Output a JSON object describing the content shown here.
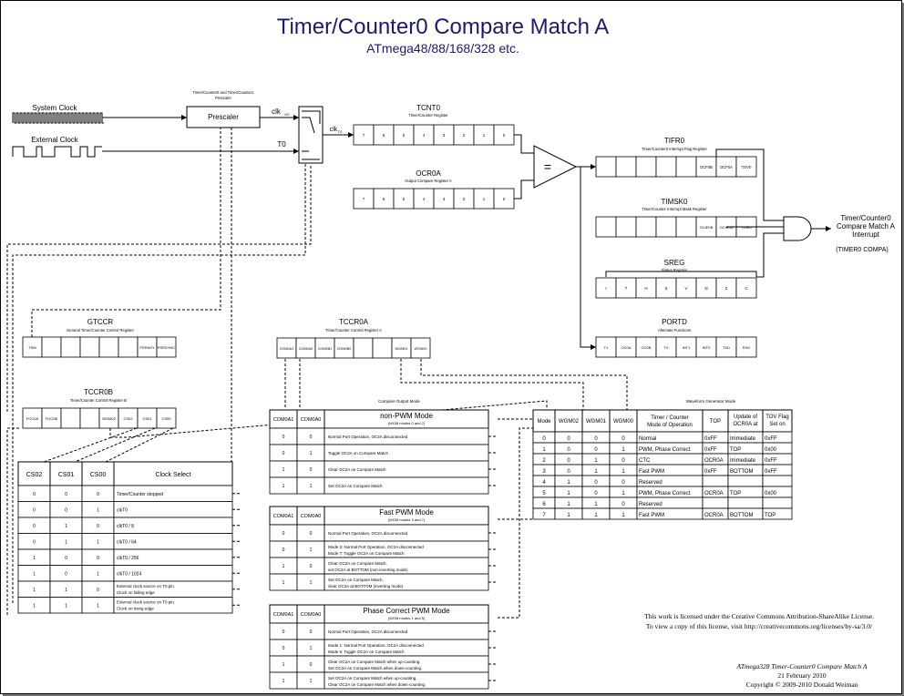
{
  "title": "Timer/Counter0 Compare Match A",
  "subtitle": "ATmega48/88/168/328 etc.",
  "inputs": {
    "system_clock": "System Clock",
    "external_clock": "External Clock"
  },
  "prescaler": {
    "label": "Prescaler",
    "caption": "Timer/Counter0 and Timer/Counter1 Prescaler",
    "clk_io": "clk",
    "clk_io_sub": "I/O",
    "t0": "T0",
    "clk_t0": "clk",
    "clk_t0_sub": "T0"
  },
  "tcnt0": {
    "name": "TCNT0",
    "caption": "Timer/Counter Register",
    "bits": [
      "7",
      "6",
      "5",
      "4",
      "3",
      "2",
      "1",
      "0"
    ]
  },
  "ocr0a": {
    "name": "OCR0A",
    "caption": "Output Compare Register A",
    "bits": [
      "7",
      "6",
      "5",
      "4",
      "3",
      "2",
      "1",
      "0"
    ]
  },
  "comparator": "=",
  "tifr0": {
    "name": "TIFR0",
    "caption": "Timer/Counter0 Interrupt Flag Register",
    "bits": [
      "",
      "",
      "",
      "",
      "",
      "OCF0B",
      "OCF0A",
      "TOV0"
    ]
  },
  "timsk0": {
    "name": "TIMSK0",
    "caption": "Timer/Counter Interrupt Mask Register",
    "bits": [
      "",
      "",
      "",
      "",
      "",
      "OCIE0B",
      "OCIE0A",
      "TOIE0"
    ]
  },
  "sreg": {
    "name": "SREG",
    "caption": "Status Register",
    "bits": [
      "I",
      "T",
      "H",
      "S",
      "V",
      "N",
      "Z",
      "C"
    ]
  },
  "portd": {
    "name": "PORTD",
    "caption": "Alternate Functions",
    "bits": [
      "T1",
      "OC0A",
      "OC0B",
      "T0",
      "INT1",
      "INT0",
      "TXD",
      "RXD"
    ]
  },
  "interrupt": {
    "line1": "Timer/Counter0",
    "line2": "Compare Match A",
    "line3": "Interrupt",
    "vector": "(TIMER0 COMPA)"
  },
  "gtccr": {
    "name": "GTCCR",
    "caption": "General Timer/Counter Control Register",
    "bits": [
      "TSM",
      "",
      "",
      "",
      "",
      "",
      "PSRASY",
      "PSRSYNC"
    ]
  },
  "tccr0a": {
    "name": "TCCR0A",
    "caption": "Timer/Counter Control Register A",
    "bits": [
      "COM0A1",
      "COM0A0",
      "COM0B1",
      "COM0B0",
      "",
      "",
      "WGM01",
      "WGM00"
    ]
  },
  "tccr0b": {
    "name": "TCCR0B",
    "caption": "Timer/Counter Control Register B",
    "bits": [
      "FOC0A",
      "FOC0B",
      "",
      "",
      "WGM02",
      "CS02",
      "CS01",
      "CS00"
    ]
  },
  "clock_select": {
    "headers": [
      "CS02",
      "CS01",
      "CS00",
      "Clock Select"
    ],
    "rows": [
      [
        "0",
        "0",
        "0",
        "Timer/Counter stopped"
      ],
      [
        "0",
        "0",
        "1",
        "clkT0"
      ],
      [
        "0",
        "1",
        "0",
        "clkT0 / 8"
      ],
      [
        "0",
        "1",
        "1",
        "clkT0 / 64"
      ],
      [
        "1",
        "0",
        "0",
        "clkT0 / 256"
      ],
      [
        "1",
        "0",
        "1",
        "clkT0 / 1024"
      ],
      [
        "1",
        "1",
        "0",
        "External clock source on T0 pin. Clock on falling edge"
      ],
      [
        "1",
        "1",
        "1",
        "External clock source on T0 pin. Clock on rising edge"
      ]
    ]
  },
  "com_caption": "Compare Output Mode",
  "non_pwm": {
    "headers": [
      "COM0A1",
      "COM0A0",
      "non-PWM Mode",
      "(WGM modes 0 and 2)"
    ],
    "rows": [
      [
        "0",
        "0",
        "Normal Port Operation, OC2A disconnected"
      ],
      [
        "0",
        "1",
        "Toggle OC2A on Compare Match"
      ],
      [
        "1",
        "0",
        "Clear OC2A on Compare Match"
      ],
      [
        "1",
        "1",
        "Set OC2A on Compare Match"
      ]
    ]
  },
  "fast_pwm": {
    "headers": [
      "COM0A1",
      "COM0A0",
      "Fast PWM Mode",
      "(WGM modes 3 and 7)"
    ],
    "rows": [
      [
        "0",
        "0",
        "Normal Port Operation, OC2A disconnected"
      ],
      [
        "0",
        "1",
        "Mode 3: Normal Port Operation, OC2A disconnected | Mode 7: Toggle OC2A on Compare Match"
      ],
      [
        "1",
        "0",
        "Clear OC2A on Compare Match, | set OC2A at BOTTOM (non-inverting mode)"
      ],
      [
        "1",
        "1",
        "Set OC2A on Compare Match, | clear OC2A at BOTTOM (inverting mode)"
      ]
    ]
  },
  "pc_pwm": {
    "headers": [
      "COM0A1",
      "COM0A0",
      "Phase Correct PWM Mode",
      "(WGM modes 1 and 5)"
    ],
    "rows": [
      [
        "0",
        "0",
        "Normal Port Operation, OC2A disconnected"
      ],
      [
        "0",
        "1",
        "Mode 1: Normal Port Operation, OC2A disconnected | Mode 5: Toggle OC2A on Compare Match"
      ],
      [
        "1",
        "0",
        "Clear OC2A on Compare Match when up-counting. | Set OC2A on Compare Match when down-counting."
      ],
      [
        "1",
        "1",
        "Set OC2A on Compare Match when up-counting. | Clear OC2A on Compare Match when down-counting."
      ]
    ]
  },
  "wgm_caption": "Waveform Generator Mode",
  "wgm": {
    "headers": [
      "Mode",
      "WGM02",
      "WGM01",
      "WGM00",
      "Timer / Counter Mode of Operation",
      "TOP",
      "Update of OCR0A at",
      "TOV Flag Set on"
    ],
    "rows": [
      [
        "0",
        "0",
        "0",
        "0",
        "Normal",
        "0xFF",
        "Immediate",
        "0xFF"
      ],
      [
        "1",
        "0",
        "0",
        "1",
        "PWM, Phase Correct",
        "0xFF",
        "TOP",
        "0x00"
      ],
      [
        "2",
        "0",
        "1",
        "0",
        "CTC",
        "OCR0A",
        "Immediate",
        "0xFF"
      ],
      [
        "3",
        "0",
        "1",
        "1",
        "Fast PWM",
        "0xFF",
        "BOTTOM",
        "0xFF"
      ],
      [
        "4",
        "1",
        "0",
        "0",
        "Reserved",
        "",
        "",
        ""
      ],
      [
        "5",
        "1",
        "0",
        "1",
        "PWM, Phase Correct",
        "OCR0A",
        "TOP",
        "0x00"
      ],
      [
        "6",
        "1",
        "1",
        "0",
        "Reserved",
        "",
        "",
        ""
      ],
      [
        "7",
        "1",
        "1",
        "1",
        "Fast PWM",
        "OCR0A",
        "BOTTOM",
        "TOP"
      ]
    ]
  },
  "license": {
    "line1": "This work is licensed under the Creative Commons Attribution-ShareAlike License.",
    "line2": "To view a copy of this license, visit  http://creativecommons.org/licenses/by-sa/3.0/"
  },
  "footer": {
    "line1": "ATmega328 Timer-Counter0 Compare Match A",
    "line2": "21 February 2010",
    "line3": "Copyright © 2009-2010  Donald Weiman"
  }
}
